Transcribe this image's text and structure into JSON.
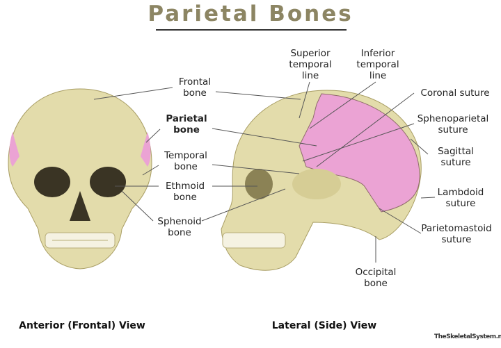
{
  "title": "Parietal Bones",
  "colors": {
    "title": "#8c8563",
    "bone": "#e3dcab",
    "bone_shade": "#c7bc82",
    "parietal_highlight": "#eba3d4"
  },
  "labels": {
    "frontal": [
      "Frontal",
      "bone"
    ],
    "parietal": [
      "Parietal",
      "bone"
    ],
    "temporal": [
      "Temporal",
      "bone"
    ],
    "ethmoid": [
      "Ethmoid",
      "bone"
    ],
    "sphenoid": [
      "Sphenoid",
      "bone"
    ],
    "superior_temporal": [
      "Superior",
      "temporal",
      "line"
    ],
    "inferior_temporal": [
      "Inferior",
      "temporal",
      "line"
    ],
    "coronal": [
      "Coronal suture"
    ],
    "sphenoparietal": [
      "Sphenoparietal",
      "suture"
    ],
    "sagittal": [
      "Sagittal",
      "suture"
    ],
    "lambdoid": [
      "Lambdoid",
      "suture"
    ],
    "parietomastoid": [
      "Parietomastoid",
      "suture"
    ],
    "occipital": [
      "Occipital",
      "bone"
    ]
  },
  "views": {
    "anterior": "Anterior (Frontal) View",
    "lateral": "Lateral (Side) View"
  },
  "watermark": "TheSkeletalSystem.net"
}
